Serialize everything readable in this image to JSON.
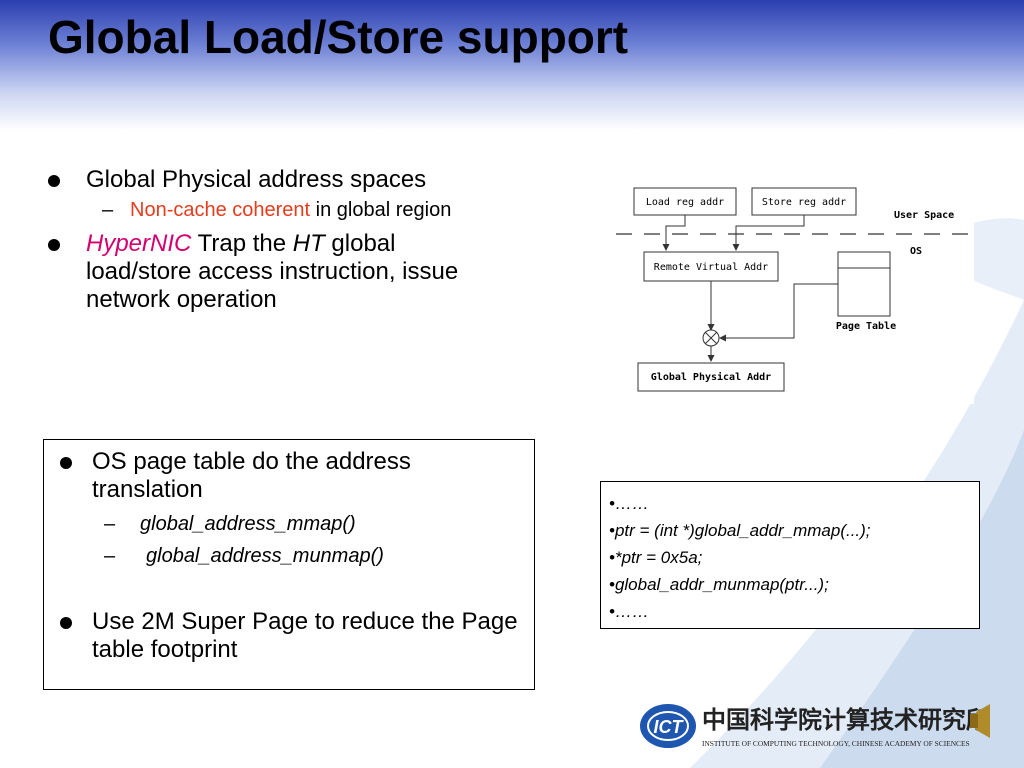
{
  "title": "Global Load/Store support",
  "top_bullets": {
    "b1": "Global Physical address spaces",
    "b1_sub_red": "Non-cache coherent",
    "b1_sub_rest": " in global region",
    "b2_hypernic": "HyperNIC",
    "b2_part1": " Trap the ",
    "b2_ht": "HT",
    "b2_part2": " global load/store access instruction, issue network operation"
  },
  "diagram": {
    "load_reg": "Load reg addr",
    "store_reg": "Store reg addr",
    "user_space": "User Space",
    "os": "OS",
    "remote_virtual": "Remote Virtual Addr",
    "page_table": "Page Table",
    "global_physical": "Global Physical Addr"
  },
  "lower_box": {
    "b1": "OS page table do the address translation",
    "sub1": "global_address_mmap()",
    "sub2": "global_address_munmap()",
    "b2": "Use 2M Super Page to reduce the Page table footprint"
  },
  "code_lines": [
    "•……",
    "•ptr = (int *)global_addr_mmap(...);",
    "•*ptr = 0x5a;",
    "•global_addr_munmap(ptr...);",
    "•……"
  ],
  "footer": {
    "logo_text": "ICT",
    "institute_chinese": "中国科学院计算技术研究所",
    "institute_english": "INSTITUTE OF COMPUTING TECHNOLOGY, CHINESE ACADEMY OF SCIENCES"
  }
}
